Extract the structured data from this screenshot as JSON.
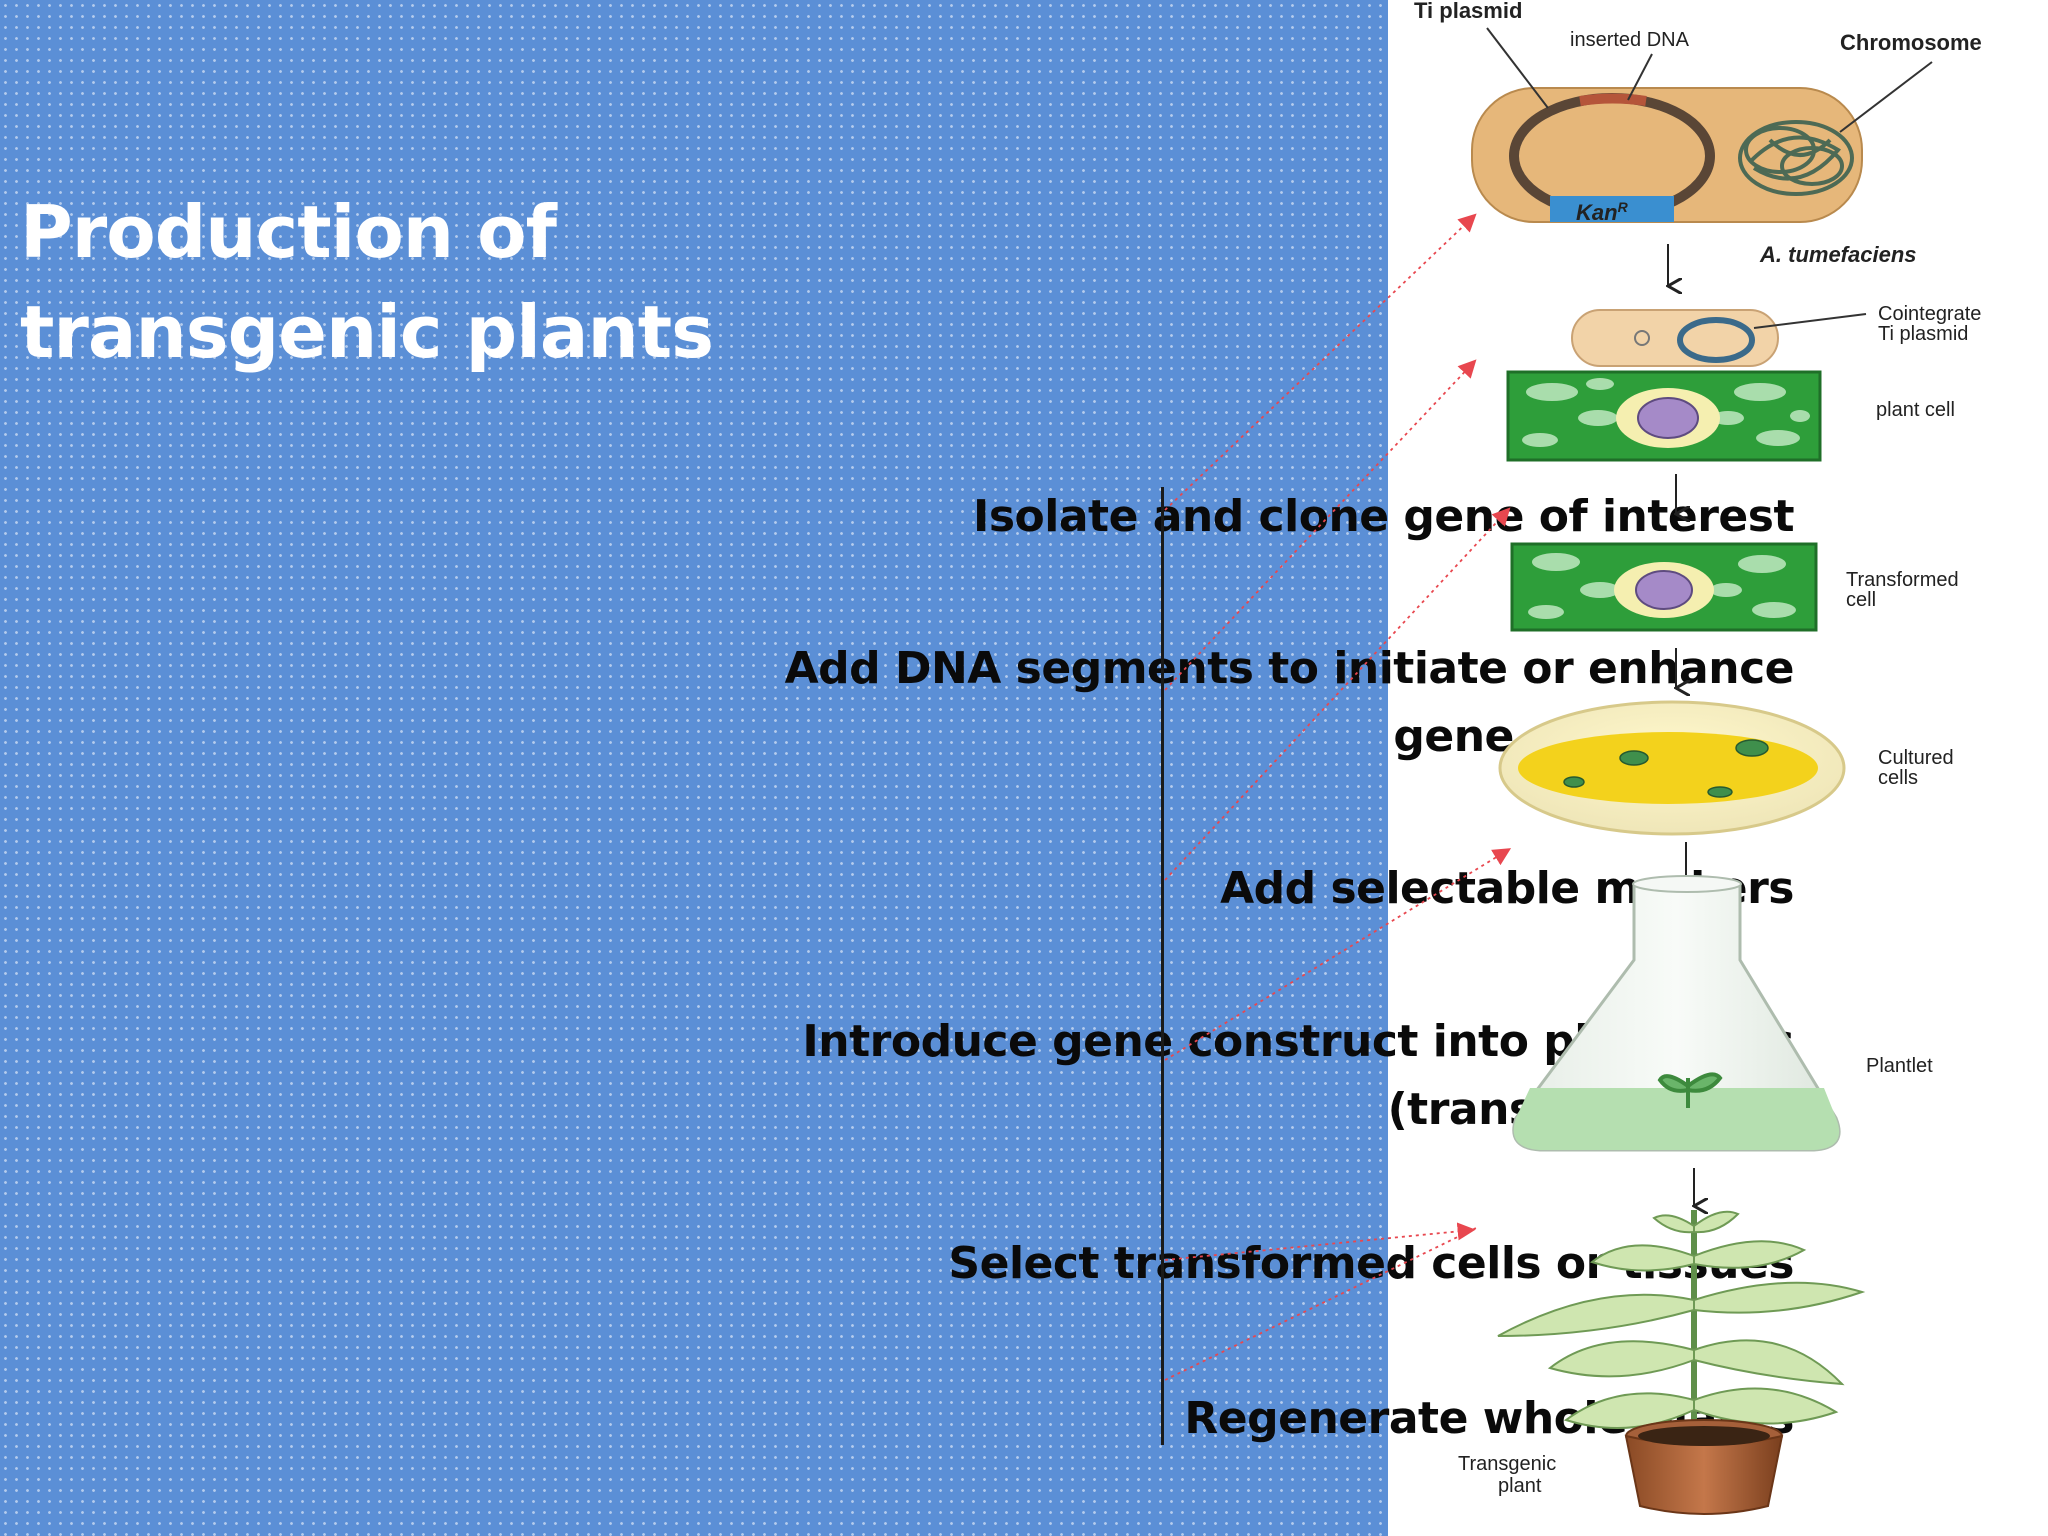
{
  "title": {
    "line1": "Production of",
    "line2": "transgenic plants"
  },
  "steps": [
    {
      "lines": [
        "Isolate and clone gene of interest"
      ]
    },
    {
      "lines": [
        "Add DNA segments to initiate or enhance",
        "gene expression"
      ]
    },
    {
      "lines": [
        "Add selectable markers"
      ]
    },
    {
      "lines": [
        "Introduce gene construct  into plant cells",
        "(transformation)"
      ]
    },
    {
      "lines": [
        "Select transformed cells or tissues"
      ]
    },
    {
      "lines": [
        "Regenerate whole plants"
      ]
    }
  ],
  "diagram": {
    "labels": {
      "ti_plasmid": "Ti plasmid",
      "inserted_dna": "inserted DNA",
      "chromosome": "Chromosome",
      "kan": "Kan",
      "kan_sup": "R",
      "a_tumefaciens": "A. tumefaciens",
      "cointegrate_1": "Cointegrate",
      "cointegrate_2": "Ti plasmid",
      "plant_cell": "plant cell",
      "transformed_1": "Transformed",
      "transformed_2": "cell",
      "cultured_1": "Cultured",
      "cultured_2": "cells",
      "plantlet": "Plantlet",
      "transgenic_1": "Transgenic",
      "transgenic_2": "plant"
    }
  },
  "colors": {
    "panel_blue": "#5b8fd6",
    "bacterium": "#e6b77a",
    "leaf_green": "#2e9e3a",
    "agar_yellow": "#f3d21c",
    "pointer_red": "#e8474f"
  }
}
